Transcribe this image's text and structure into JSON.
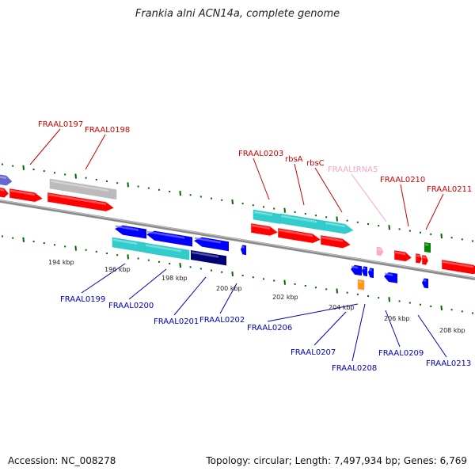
{
  "title": "Frankia alni ACN14a, complete genome",
  "footer": {
    "accession": "Accession: NC_008278",
    "summary": "Topology: circular; Length: 7,497,934 bp; Genes: 6,769"
  },
  "tick_labels": [
    "194 kbp",
    "196 kbp",
    "198 kbp",
    "200 kbp",
    "202 kbp",
    "204 kbp",
    "206 kbp",
    "208 kbp"
  ],
  "forward_labels": [
    "FRAAL0197",
    "FRAAL0198",
    "FRAAL0203",
    "rbsA",
    "rbsC",
    "FRAALtRNA5",
    "FRAAL0210",
    "FRAAL0211"
  ],
  "reverse_labels": [
    "FRAAL0199",
    "FRAAL0200",
    "FRAAL0201",
    "FRAAL0202",
    "FRAAL0206",
    "FRAAL0207",
    "FRAAL0208",
    "FRAAL0209",
    "FRAAL0213"
  ],
  "colors": {
    "forward_label": "#cc0000",
    "trna_label": "#f4a6c8",
    "reverse_label": "#0000bb",
    "forward_gene": "#ff0000",
    "reverse_gene": "#0000ff",
    "cyan_gene": "#33cccc",
    "grey_gene": "#bbbbbb",
    "navy_gene": "#000077",
    "purple_gene": "#6666cc",
    "green_gene": "#008800",
    "orange_gene": "#ff9900",
    "pink_gene": "#ffaacc",
    "backbone": "#888888",
    "tick": "#006600"
  }
}
